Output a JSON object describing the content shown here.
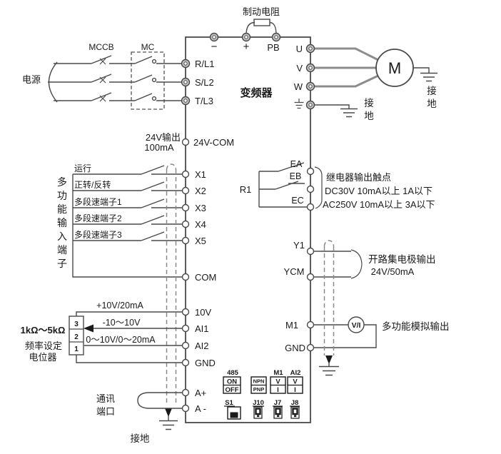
{
  "inverter": {
    "title": "变频器"
  },
  "braking": {
    "label": "制动电阻",
    "terminal_minus": "−",
    "terminal_plus": "+",
    "terminal_pb": "PB"
  },
  "power_input": {
    "source_label": "电源",
    "breaker1": "MCCB",
    "breaker2": "MC",
    "terminals": [
      "R/L1",
      "S/L2",
      "T/L3"
    ]
  },
  "motor_output": {
    "terminals": [
      "U",
      "V",
      "W"
    ],
    "motor_letter": "M",
    "motor_ground_chars": [
      "接",
      "地"
    ],
    "chassis_ground_chars": [
      "接",
      "地"
    ]
  },
  "aux_24v": {
    "label_line1": "24V输出",
    "label_line2": "100mA",
    "terminal": "24V-COM"
  },
  "digital_inputs": {
    "group_chars": [
      "多",
      "功",
      "能",
      "输",
      "入",
      "端",
      "子"
    ],
    "rows": [
      {
        "label": "运行",
        "terminal": "X1"
      },
      {
        "label": "正转/反转",
        "terminal": "X2"
      },
      {
        "label": "多段速端子1",
        "terminal": "X3"
      },
      {
        "label": "多段速端子2",
        "terminal": "X4"
      },
      {
        "label": "多段速端子3",
        "terminal": "X5"
      }
    ],
    "common_terminal": "COM"
  },
  "relay_output": {
    "relay_name": "R1",
    "terminals": [
      "EA",
      "EB",
      "EC"
    ],
    "desc_line1": "继电器输出触点",
    "desc_line2": "DC30V  10mA以上  1A以下",
    "desc_line3": "AC250V 10mA以上  3A以下"
  },
  "open_collector": {
    "terminal_y1": "Y1",
    "terminal_ycm": "YCM",
    "desc_line1": "开路集电极输出",
    "desc_line2": "24V/50mA"
  },
  "analog_inputs": {
    "pot_resistance": "1kΩ～5kΩ",
    "pot_label_line1": "频率设定",
    "pot_label_line2": "电位器",
    "pot_pins": [
      "3",
      "2",
      "1"
    ],
    "row_10v_label": "+10V/20mA",
    "row_10v_terminal": "10V",
    "row_ai1_label": "-10～10V",
    "row_ai1_terminal": "AI1",
    "row_ai2_label": "0～10V/0～20mA",
    "row_ai2_terminal": "AI2",
    "terminal_gnd": "GND"
  },
  "analog_output": {
    "terminal_m1": "M1",
    "terminal_gnd": "GND",
    "meter_label": "V/I",
    "desc": "多功能模拟输出"
  },
  "comm_port": {
    "label_line1": "通讯",
    "label_line2": "端口",
    "terminal_a_plus": "A+",
    "terminal_a_minus": "A -",
    "ground_label": "接地"
  },
  "config_switches": {
    "s485": {
      "header": "485",
      "option_on": "ON",
      "option_off": "OFF",
      "name": "S1"
    },
    "npn_pnp": {
      "option_top": "NPN",
      "option_bottom": "PNP",
      "name": "J10"
    },
    "m1": {
      "header": "M1",
      "option_top": "V",
      "option_bottom": "I",
      "name": "J7"
    },
    "ai2": {
      "header": "AI2",
      "option_top": "V",
      "option_bottom": "I",
      "name": "J8"
    }
  },
  "colors": {
    "wire": "#4a4a4a",
    "text": "#1a1a1a",
    "motor_wire": "#8c8c8c",
    "shield_dash": "#8a8a8a"
  }
}
